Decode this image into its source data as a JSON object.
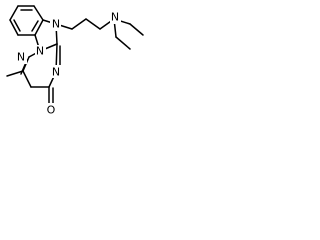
{
  "molecule": {
    "atoms": {
      "n_ring_1": "N",
      "n_ring_2": "N",
      "n_ring_3": "N",
      "n_ring_4": "N",
      "n_amine": "N",
      "o_carbonyl": "O"
    }
  }
}
